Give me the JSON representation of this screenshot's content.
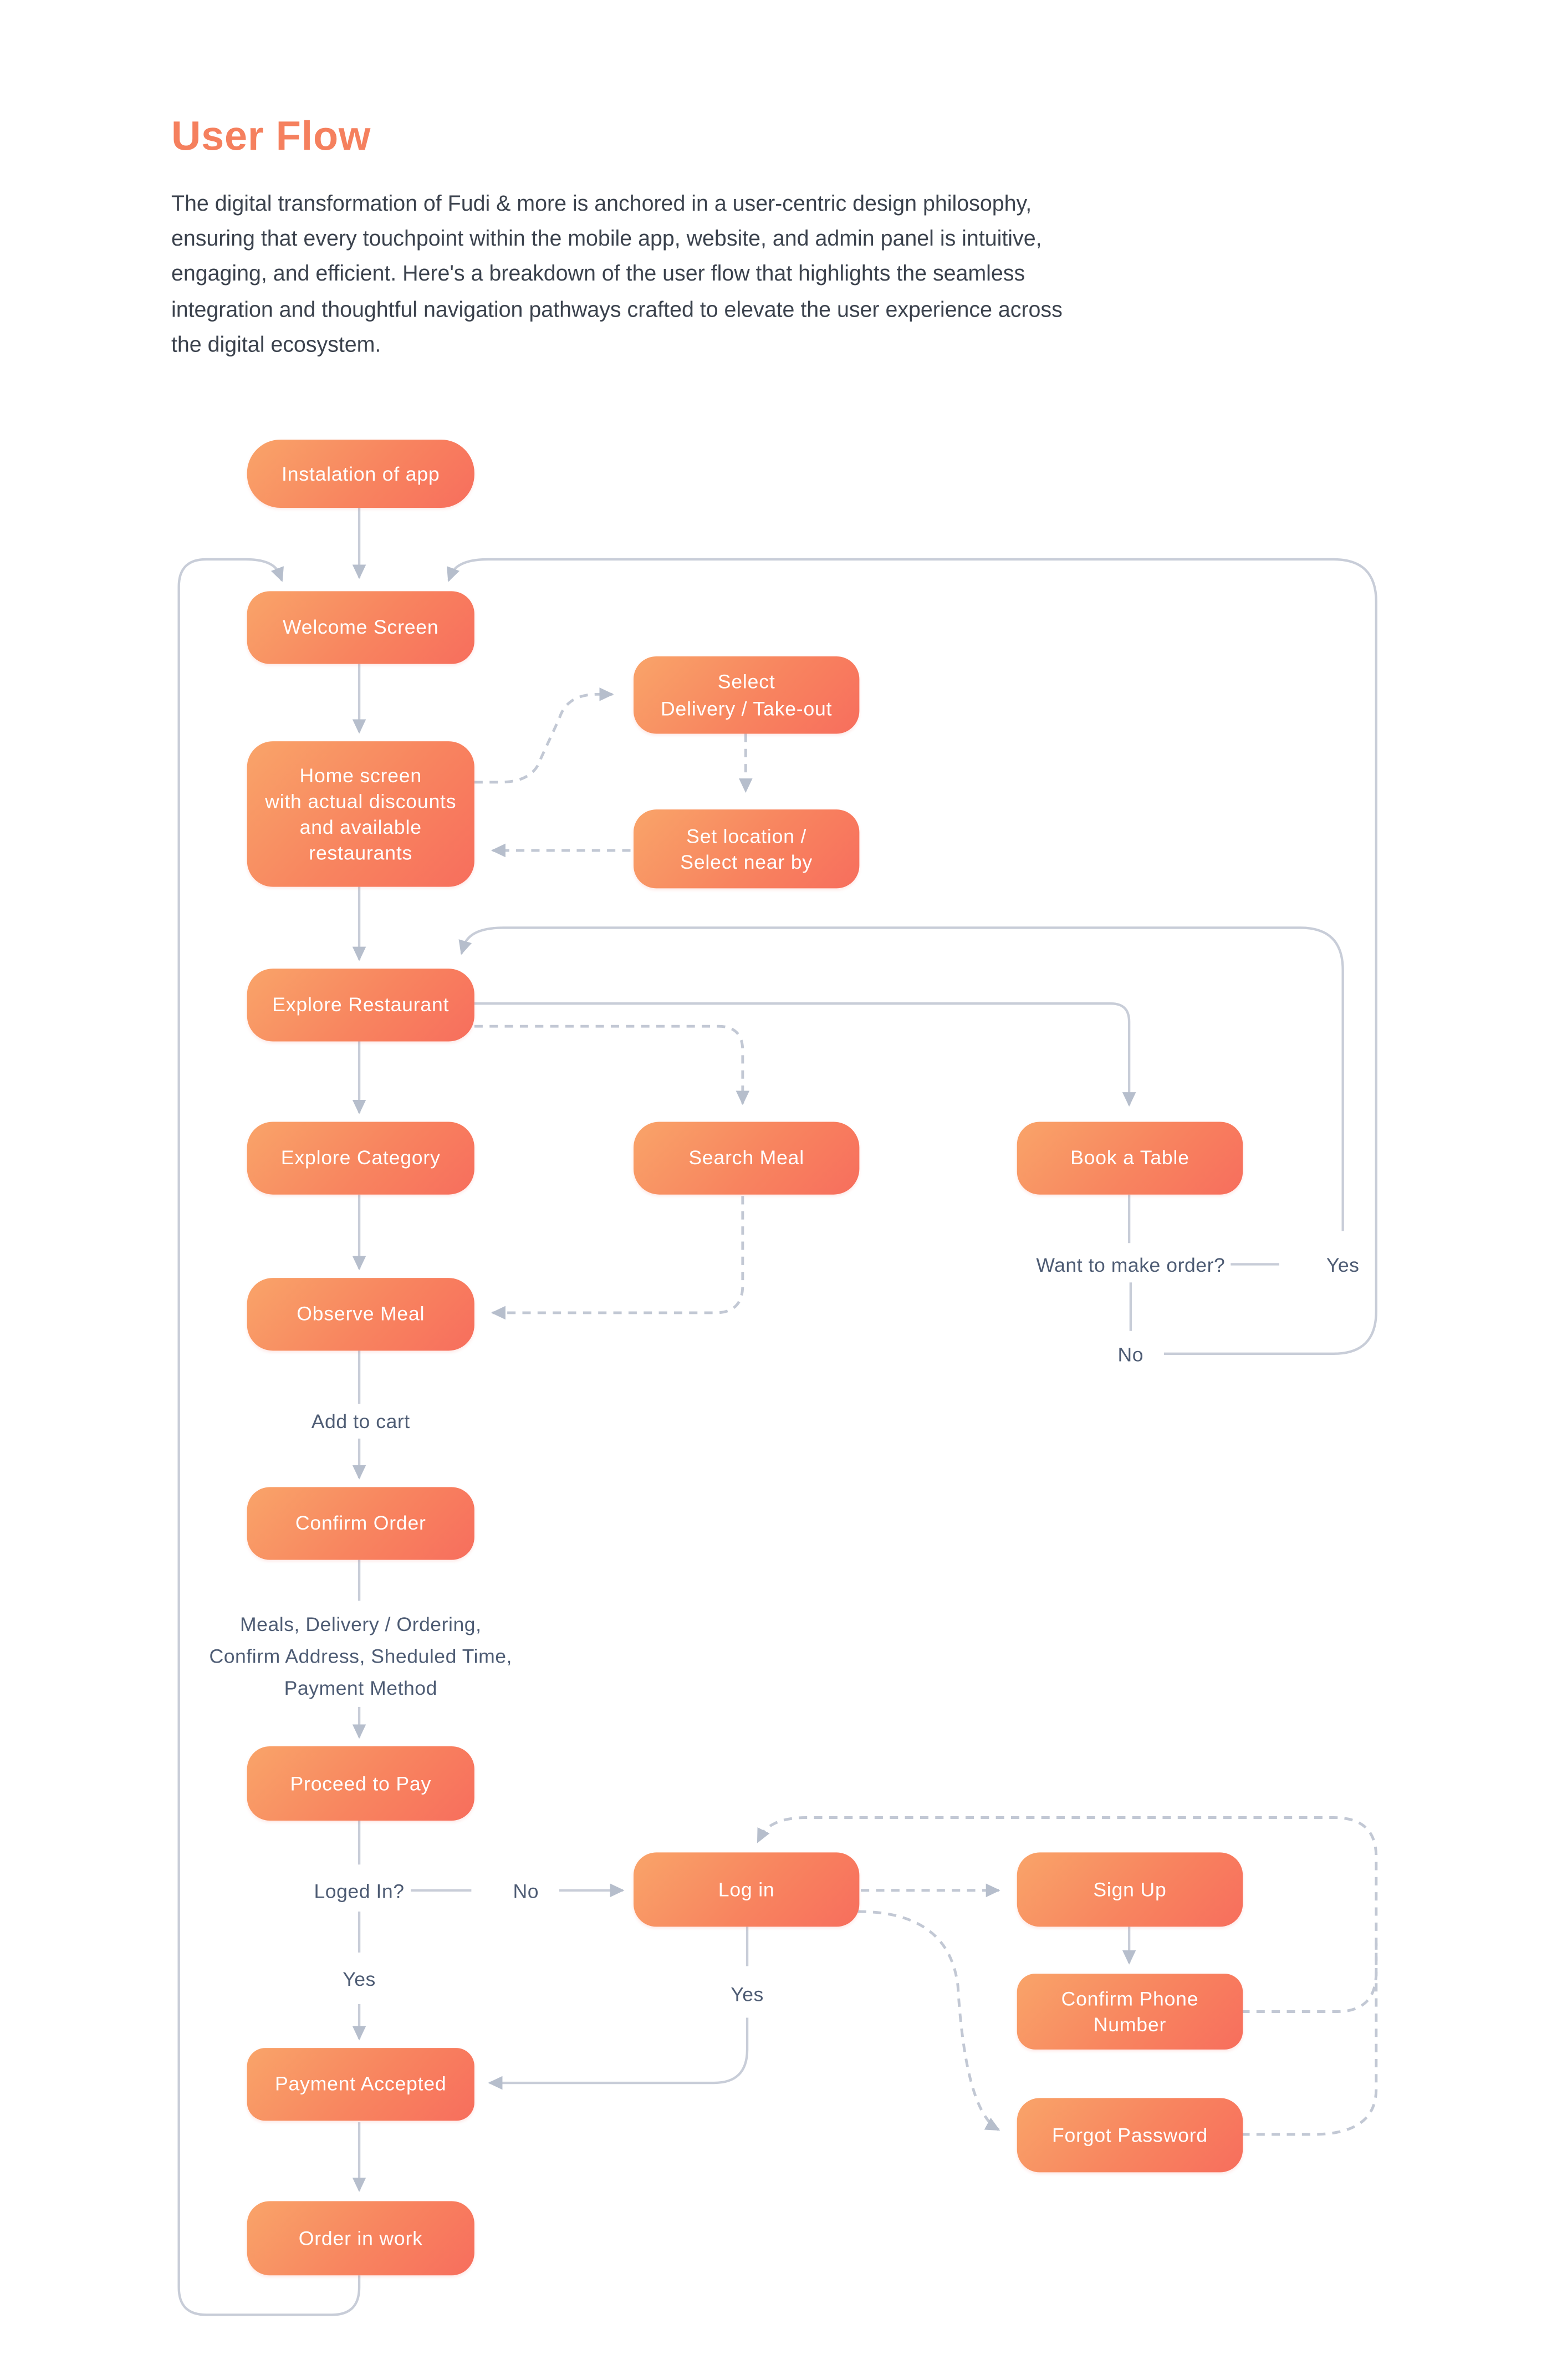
{
  "header": {
    "title": "User Flow",
    "intro": "The digital transformation of Fudi & more is anchored in a user-centric design philosophy, ensuring that every touchpoint within the mobile app, website, and admin panel is intuitive, engaging, and efficient. Here's a breakdown of the user flow that highlights the seamless integration and thoughtful navigation pathways crafted to elevate the user experience across the digital ecosystem."
  },
  "nodes": {
    "installation": "Instalation of app",
    "welcome": "Welcome Screen",
    "select_delivery": "Select\nDelivery / Take-out",
    "home": "Home screen\nwith actual discounts\nand available\nrestaurants",
    "set_location": "Set location /\nSelect near by",
    "explore_restaurant": "Explore Restaurant",
    "explore_category": "Explore Category",
    "search_meal": "Search Meal",
    "book_table": "Book a Table",
    "observe_meal": "Observe Meal",
    "confirm_order": "Confirm Order",
    "proceed_pay": "Proceed to Pay",
    "login": "Log in",
    "signup": "Sign Up",
    "confirm_phone": "Confirm Phone\nNumber",
    "forgot_password": "Forgot Password",
    "payment_accepted": "Payment Accepted",
    "order_in_work": "Order in work"
  },
  "labels": {
    "add_to_cart": "Add to cart",
    "order_details": "Meals, Delivery / Ordering,\nConfirm Address, Sheduled Time,\nPayment Method",
    "want_order": "Want to make order?",
    "want_order_yes": "Yes",
    "want_order_no": "No",
    "logged_in": "Loged In?",
    "logged_in_no": "No",
    "logged_in_yes": "Yes",
    "login_yes": "Yes"
  },
  "colors": {
    "accent_title": "#F5805E",
    "node_gradient_start": "#F9A469",
    "node_gradient_end": "#F76E5D",
    "node_text": "#FFFFFF",
    "connector_solid": "#C8CDD8",
    "connector_dashed": "#C2C8D4",
    "arrowhead": "#B6BECC",
    "label_text": "#4E5C74",
    "intro_text": "#3B424D",
    "background": "#FFFFFF"
  }
}
